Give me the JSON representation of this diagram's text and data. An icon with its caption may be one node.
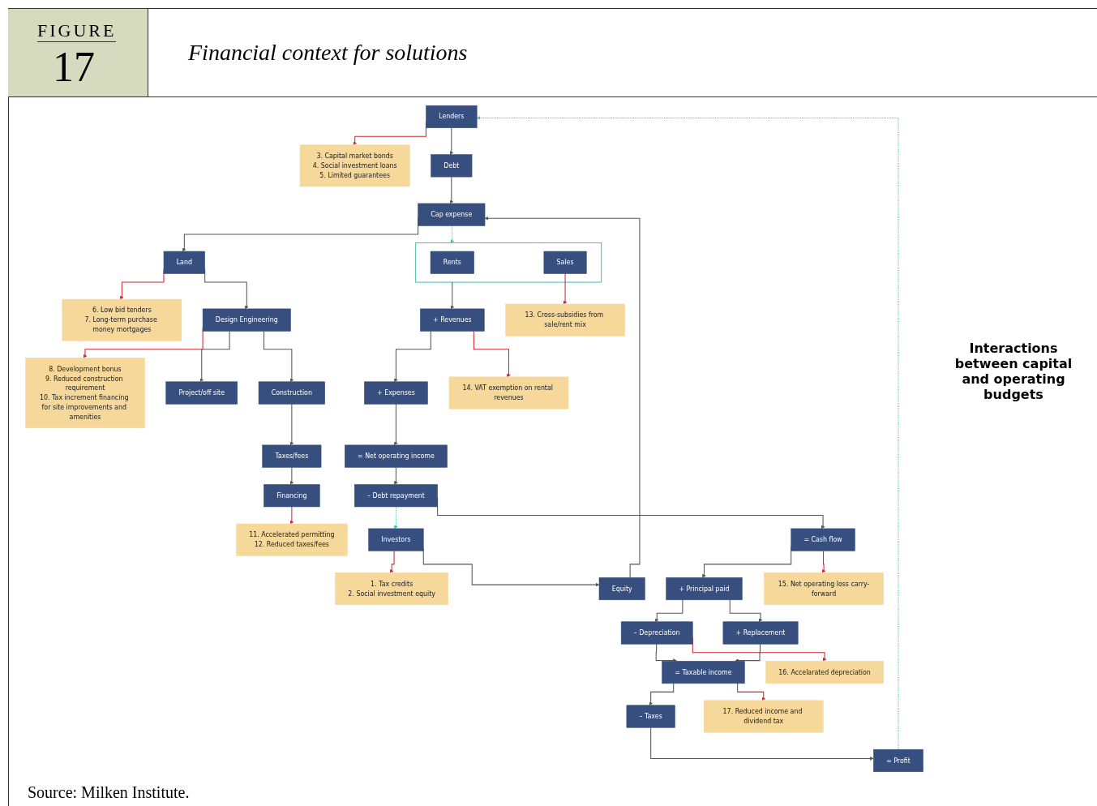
{
  "diagram": {
    "title": "Financial context for solutions",
    "caption": "Source: Milken Institute.",
    "nodes": [
      {
        "text": [
          "1. Tax credits",
          "2. Social investment equity"
        ]
      },
      {
        "text": [
          "3. Capital market bonds",
          "4. Social investment loans",
          "5. Limited guarantees"
        ]
      },
      {
        "text": [
          "6. Low bid tenders",
          "7. Long-term purchase money mortgages"
        ]
      },
      {
        "text": [
          "8. Development bonus",
          "9. Reduced construction requirement",
          "10. Tax increment financing for site improvements and amenities"
        ]
      },
      {
        "text": [
          "11. Accelerated permitting",
          "12. Reduced taxes/fees"
        ]
      },
      {
        "text": [
          "Lenders"
        ]
      },
      {
        "text": [
          "Investors"
        ]
      },
      {
        "text": [
          "Debt"
        ]
      },
      {
        "text": [
          "Equity"
        ]
      },
      {
        "text": [
          "Cap expense"
        ]
      },
      {
        "text": [
          "Land"
        ]
      },
      {
        "text": [
          "Design Engineering"
        ]
      },
      {
        "text": [
          "Project/off site"
        ]
      },
      {
        "text": [
          "Construction"
        ]
      },
      {
        "text": [
          "Taxes/fees"
        ]
      },
      {
        "text": [
          "Financing"
        ]
      },
      {
        "text": [],
        "shape": "box"
      },
      {
        "text": [
          "Rents"
        ],
        "in": 16
      },
      {
        "text": [
          "Sales"
        ],
        "in": 16
      },
      {
        "text": [
          "+ Revenues"
        ]
      },
      {
        "text": [
          "+ Expenses"
        ]
      },
      {
        "text": [
          "= Net operating income"
        ]
      },
      {
        "text": [
          "– Debt repayment"
        ]
      },
      {
        "text": [
          "= Cash flow"
        ]
      },
      {
        "text": [
          "+ Principal paid"
        ]
      },
      {
        "text": [
          "– Depreciation"
        ]
      },
      {
        "text": [
          "+ Replacement"
        ]
      },
      {
        "text": [
          "= Taxable income"
        ]
      },
      {
        "text": [
          "– Taxes"
        ]
      },
      {
        "text": [
          "= Profit"
        ]
      },
      {
        "text": [
          "13. Cross-subsidies from sale/rent mix"
        ]
      },
      {
        "text": [
          "14. VAT exemption on rental revenues"
        ]
      },
      {
        "text": [
          "15. Net operating loss carry-forward"
        ]
      },
      {
        "text": [
          "16. Accelarated depreciation"
        ]
      },
      {
        "text": [
          "17. Reduced income and dividend tax"
        ]
      }
    ],
    "edges": [
      {
        "from": 6,
        "to": 0,
        "arrow": "to",
        "color": "#d0282e"
      },
      {
        "from": 5,
        "to": 1,
        "arrow": "to",
        "color": "#d0282e"
      },
      {
        "from": 10,
        "to": 2,
        "arrow": "to",
        "color": "#d0282e"
      },
      {
        "from": 11,
        "to": 3,
        "arrow": "to",
        "color": "#d0282e"
      },
      {
        "from": 15,
        "to": 4,
        "arrow": "to",
        "color": "#d0282e"
      },
      {
        "from": 5,
        "to": 7,
        "arrow": "to"
      },
      {
        "from": 6,
        "to": 8,
        "arrow": "to"
      },
      {
        "from": 7,
        "to": 9,
        "arrow": "to"
      },
      {
        "from": 8,
        "to": 9,
        "arrow": "to"
      },
      {
        "from": 9,
        "to": 10,
        "arrow": "to"
      },
      {
        "from": 10,
        "to": 11,
        "arrow": "to"
      },
      {
        "from": 11,
        "to": 12,
        "arrow": "to"
      },
      {
        "from": 11,
        "to": 13,
        "arrow": "to"
      },
      {
        "from": 13,
        "to": 14,
        "arrow": "to"
      },
      {
        "from": 14,
        "to": 15,
        "arrow": "to"
      },
      {
        "from": 9,
        "to": 16,
        "arrow": "to",
        "style": "dashed",
        "color": "#4dbfa6"
      },
      {
        "from": 29,
        "to": 5,
        "arrow": "to",
        "style": "dashed",
        "color": "#4dbfa6"
      },
      {
        "from": 22,
        "to": 6,
        "arrow": "to",
        "style": "dashed",
        "color": "#4dbfa6"
      },
      {
        "from": 18,
        "to": 30,
        "arrow": "to",
        "color": "#d0282e"
      },
      {
        "from": 16,
        "to": 19,
        "arrow": "to"
      },
      {
        "from": 19,
        "to": 31,
        "arrow": "to",
        "color": "#d0282e"
      },
      {
        "from": 19,
        "to": 20,
        "arrow": "to"
      },
      {
        "from": 20,
        "to": 21,
        "arrow": "to"
      },
      {
        "from": 21,
        "to": 22,
        "arrow": "to"
      },
      {
        "from": 22,
        "to": 23,
        "arrow": "to"
      },
      {
        "from": 23,
        "to": 32,
        "arrow": "to",
        "color": "#d0282e"
      },
      {
        "from": 23,
        "to": 24,
        "arrow": "to"
      },
      {
        "from": 24,
        "to": 25,
        "arrow": "to"
      },
      {
        "from": 24,
        "to": 26,
        "arrow": "to"
      },
      {
        "from": 25,
        "to": 33,
        "arrow": "to",
        "color": "#d0282e"
      },
      {
        "from": 25,
        "to": 27,
        "arrow": "to"
      },
      {
        "from": 26,
        "to": 27,
        "arrow": "to"
      },
      {
        "from": 27,
        "to": 34,
        "arrow": "to",
        "color": "#d0282e"
      },
      {
        "from": 27,
        "to": 28,
        "arrow": "to"
      },
      {
        "from": 28,
        "to": 29,
        "arrow": "to"
      }
    ],
    "labels": [
      "FIGURE",
      "17",
      "Interactions between capital and operating budgets"
    ]
  }
}
